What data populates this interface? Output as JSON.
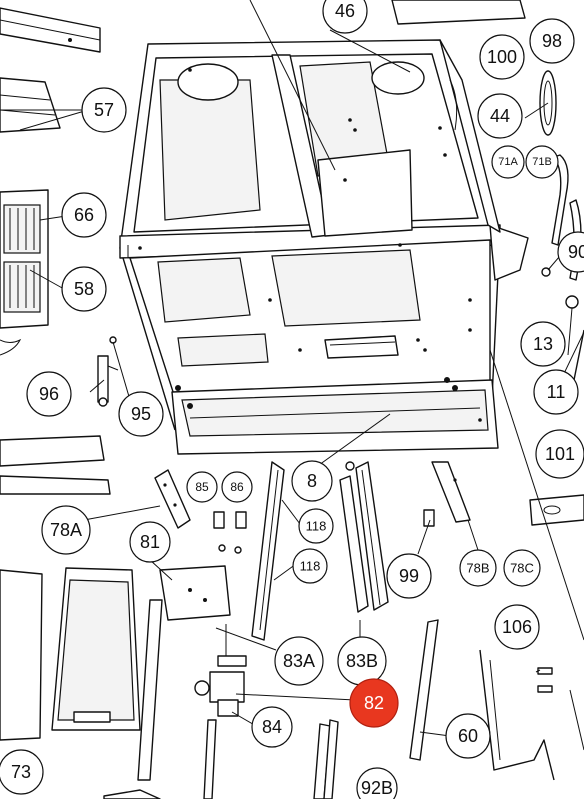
{
  "diagram": {
    "highlight_color": "#e8371f",
    "callouts": [
      {
        "label": "46"
      },
      {
        "label": "98"
      },
      {
        "label": "100"
      },
      {
        "label": "44"
      },
      {
        "label": "71A"
      },
      {
        "label": "71B"
      },
      {
        "label": "57"
      },
      {
        "label": "66"
      },
      {
        "label": "58"
      },
      {
        "label": "90"
      },
      {
        "label": "13"
      },
      {
        "label": "11"
      },
      {
        "label": "96"
      },
      {
        "label": "95"
      },
      {
        "label": "8"
      },
      {
        "label": "85"
      },
      {
        "label": "86"
      },
      {
        "label": "101"
      },
      {
        "label": "78A"
      },
      {
        "label": "81"
      },
      {
        "label": "118"
      },
      {
        "label": "118"
      },
      {
        "label": "99"
      },
      {
        "label": "78B"
      },
      {
        "label": "78C"
      },
      {
        "label": "106"
      },
      {
        "label": "83A"
      },
      {
        "label": "83B"
      },
      {
        "label": "82",
        "highlighted": true
      },
      {
        "label": "84"
      },
      {
        "label": "60"
      },
      {
        "label": "73"
      },
      {
        "label": "92B"
      }
    ]
  }
}
